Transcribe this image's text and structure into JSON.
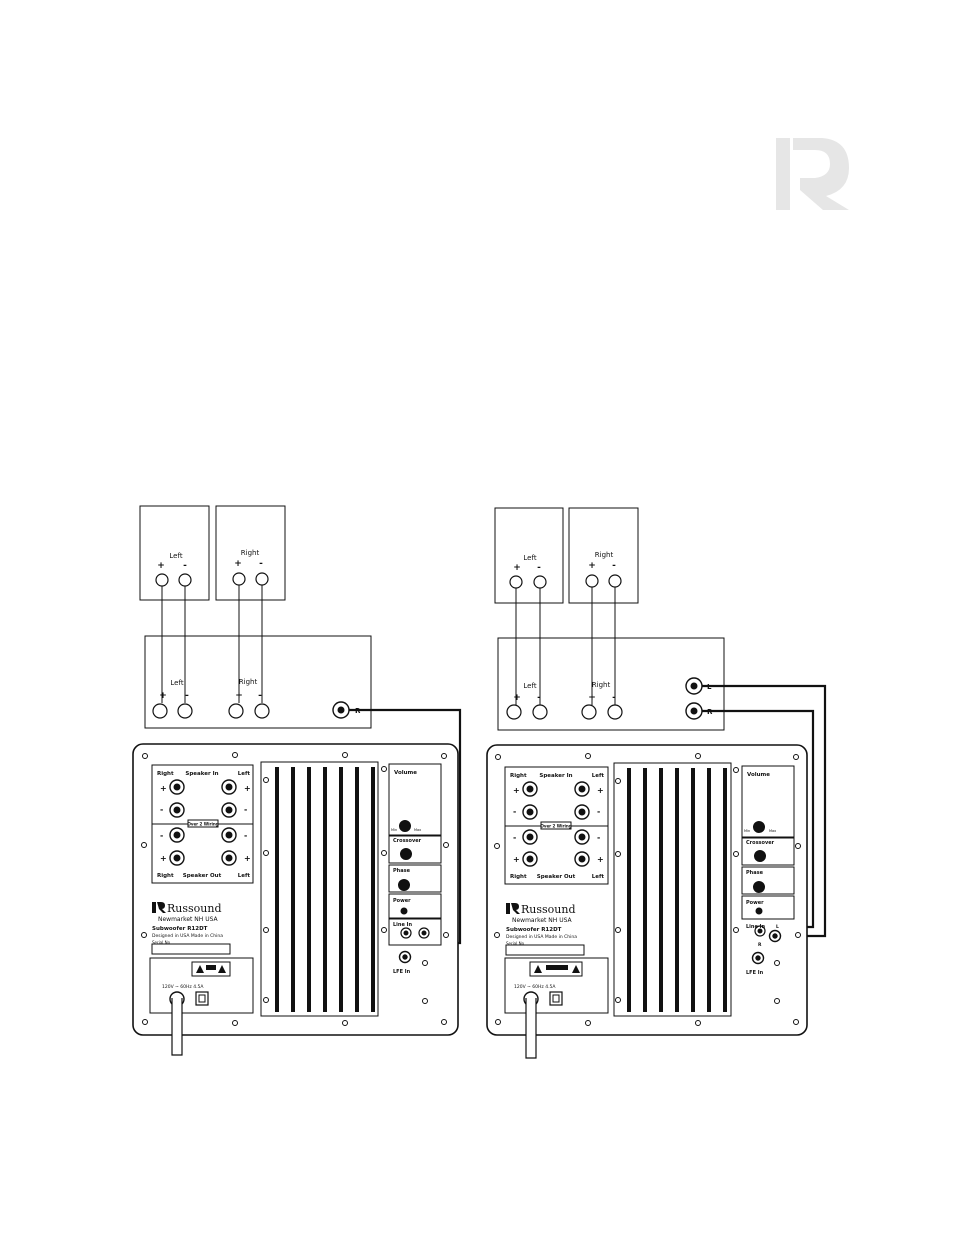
{
  "brand": {
    "logo_letter": "R",
    "logo_color": "#e6e6e6"
  },
  "colors": {
    "line": "#111111",
    "background": "#ffffff",
    "panel_fill": "#ffffff"
  },
  "diagrams": [
    {
      "speaker_left": {
        "label": "Left",
        "plus": "+",
        "minus": "-"
      },
      "speaker_right": {
        "label": "Right",
        "plus": "+",
        "minus": "-"
      },
      "amp": {
        "left_label": "Left",
        "right_label": "Right",
        "plus": "+",
        "minus": "-",
        "out_r": "R"
      },
      "sub": {
        "speaker_in_label": "Speaker In",
        "speaker_out_label": "Speaker Out",
        "right_label": "Right",
        "left_label": "Left",
        "plus": "+",
        "minus": "-",
        "wiring_label": "Over 2 Wiring",
        "brand": "Russound",
        "city": "Newmarket NH USA",
        "model": "Subwoofer R12DT",
        "origin": "Designed in USA  Made in China",
        "serial": "Serial No",
        "power_spec": "120V ~ 60Hz 4.5A",
        "volume": "Volume",
        "crossover": "Crossover",
        "phase": "Phase",
        "power": "Power",
        "line_in": "Line In",
        "lfe_in": "LFE In",
        "min": "Min",
        "max": "Max"
      }
    },
    {
      "speaker_left": {
        "label": "Left",
        "plus": "+",
        "minus": "-"
      },
      "speaker_right": {
        "label": "Right",
        "plus": "+",
        "minus": "-"
      },
      "amp": {
        "left_label": "Left",
        "right_label": "Right",
        "plus": "+",
        "minus": "-",
        "out_l": "L",
        "out_r": "R"
      },
      "sub": {
        "speaker_in_label": "Speaker In",
        "speaker_out_label": "Speaker Out",
        "right_label": "Right",
        "left_label": "Left",
        "plus": "+",
        "minus": "-",
        "wiring_label": "Over 2 Wiring",
        "brand": "Russound",
        "city": "Newmarket NH USA",
        "model": "Subwoofer R12DT",
        "origin": "Designed in USA  Made in China",
        "serial": "Serial No",
        "power_spec": "120V ~ 60Hz 4.5A",
        "volume": "Volume",
        "crossover": "Crossover",
        "phase": "Phase",
        "power": "Power",
        "line_in": "Line In",
        "lfe_in": "LFE In",
        "min": "Min",
        "max": "Max",
        "jack_l": "L",
        "jack_r": "R"
      }
    }
  ]
}
